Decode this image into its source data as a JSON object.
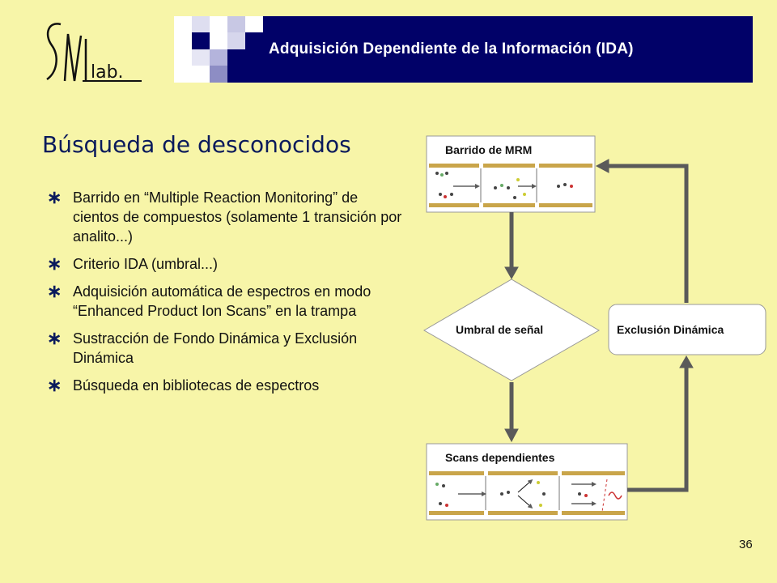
{
  "logo": {
    "text": "SAL lab."
  },
  "header": {
    "title": "Adquisición Dependiente de la Información (IDA)"
  },
  "section": {
    "title": "Búsqueda de desconocidos"
  },
  "bullets": [
    "Barrido en “Multiple Reaction Monitoring” de cientos de compuestos (solamente 1 transición por analito...)",
    "Criterio IDA (umbral...)",
    "Adquisición automática de espectros en modo “Enhanced Product Ion Scans” en la trampa",
    "Sustracción de Fondo Dinámica y Exclusión Dinámica",
    "Búsqueda en bibliotecas de espectros"
  ],
  "diagram": {
    "mrm_label": "Barrido de MRM",
    "threshold_label": "Umbral de señal",
    "dependent_label": "Scans dependientes",
    "exclusion_label": "Exclusión Dinámica"
  },
  "colors": {
    "background": "#f7f5a8",
    "header": "#010168",
    "arrow": "#5a5a5a",
    "rod": "#c9a54a"
  },
  "page": {
    "number": "36"
  }
}
